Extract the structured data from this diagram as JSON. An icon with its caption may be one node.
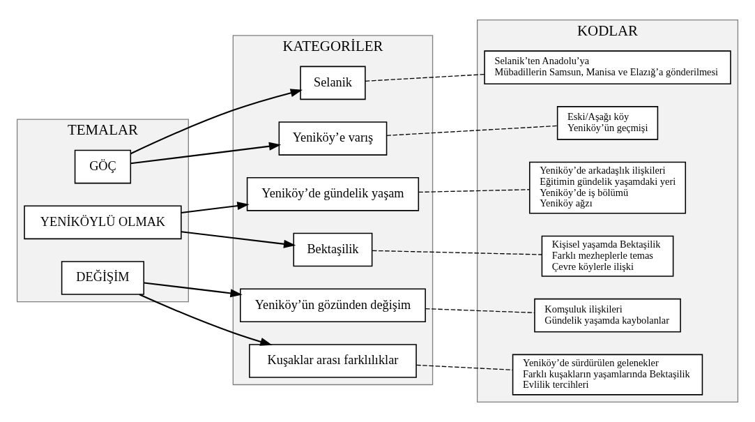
{
  "diagram": {
    "nodes": [
      {
        "text": [
          "TEMALAR"
        ]
      },
      {
        "text": [
          "GÖÇ"
        ],
        "in": 0
      },
      {
        "text": [
          "YENİKÖYLÜ OLMAK"
        ],
        "in": 0
      },
      {
        "text": [
          "DEĞİŞİM"
        ],
        "in": 0
      },
      {
        "text": [
          "KATEGORİLER"
        ]
      },
      {
        "text": [
          "Selanik"
        ],
        "in": 4
      },
      {
        "text": [
          "Yeniköy’e varış"
        ],
        "in": 4
      },
      {
        "text": [
          "Yeniköy’de gündelik yaşam"
        ],
        "in": 4
      },
      {
        "text": [
          "Bektaşilik"
        ],
        "in": 4
      },
      {
        "text": [
          "Yeniköy’ün gözünden değişim"
        ],
        "in": 4
      },
      {
        "text": [
          "Kuşaklar arası farklılıklar"
        ],
        "in": 4
      },
      {
        "text": [
          "KODLAR"
        ]
      },
      {
        "text": [
          "Selanik’ten Anadolu’ya",
          "Mübadillerin Samsun, Manisa ve Elazığ’a gönderilmesi"
        ],
        "in": 11
      },
      {
        "text": [
          "Eski/Aşağı köy",
          "Yeniköy’ün geçmişi"
        ],
        "in": 11
      },
      {
        "text": [
          "Yeniköy’de arkadaşlık ilişkileri",
          "Eğitimin gündelik yaşamdaki yeri",
          "Yeniköy’de iş bölümü",
          "Yeniköy ağzı"
        ],
        "in": 11
      },
      {
        "text": [
          "Kişisel yaşamda Bektaşilik",
          "Farklı mezheplerle temas",
          "Çevre köylerle ilişki"
        ],
        "in": 11
      },
      {
        "text": [
          "Komşuluk ilişkileri",
          "Gündelik yaşamda kaybolanlar"
        ],
        "in": 11
      },
      {
        "text": [
          "Yeniköy’de sürdürülen gelenekler",
          "Farklı kuşakların yaşamlarında Bektaşilik",
          "Evlilik tercihleri"
        ],
        "in": 11
      }
    ],
    "edges": [
      {
        "from": 1,
        "to": 5,
        "arrow": "to"
      },
      {
        "from": 1,
        "to": 6,
        "arrow": "to"
      },
      {
        "from": 2,
        "to": 7,
        "arrow": "to"
      },
      {
        "from": 2,
        "to": 8,
        "arrow": "to"
      },
      {
        "from": 3,
        "to": 9,
        "arrow": "to"
      },
      {
        "from": 3,
        "to": 10,
        "arrow": "to"
      },
      {
        "from": 5,
        "to": 12,
        "arrow": "none",
        "style": "dashed"
      },
      {
        "from": 6,
        "to": 13,
        "arrow": "none",
        "style": "dashed"
      },
      {
        "from": 7,
        "to": 14,
        "arrow": "none",
        "style": "dashed"
      },
      {
        "from": 8,
        "to": 15,
        "arrow": "none",
        "style": "dashed"
      },
      {
        "from": 9,
        "to": 16,
        "arrow": "none",
        "style": "dashed"
      },
      {
        "from": 10,
        "to": 17,
        "arrow": "none",
        "style": "dashed"
      }
    ]
  }
}
